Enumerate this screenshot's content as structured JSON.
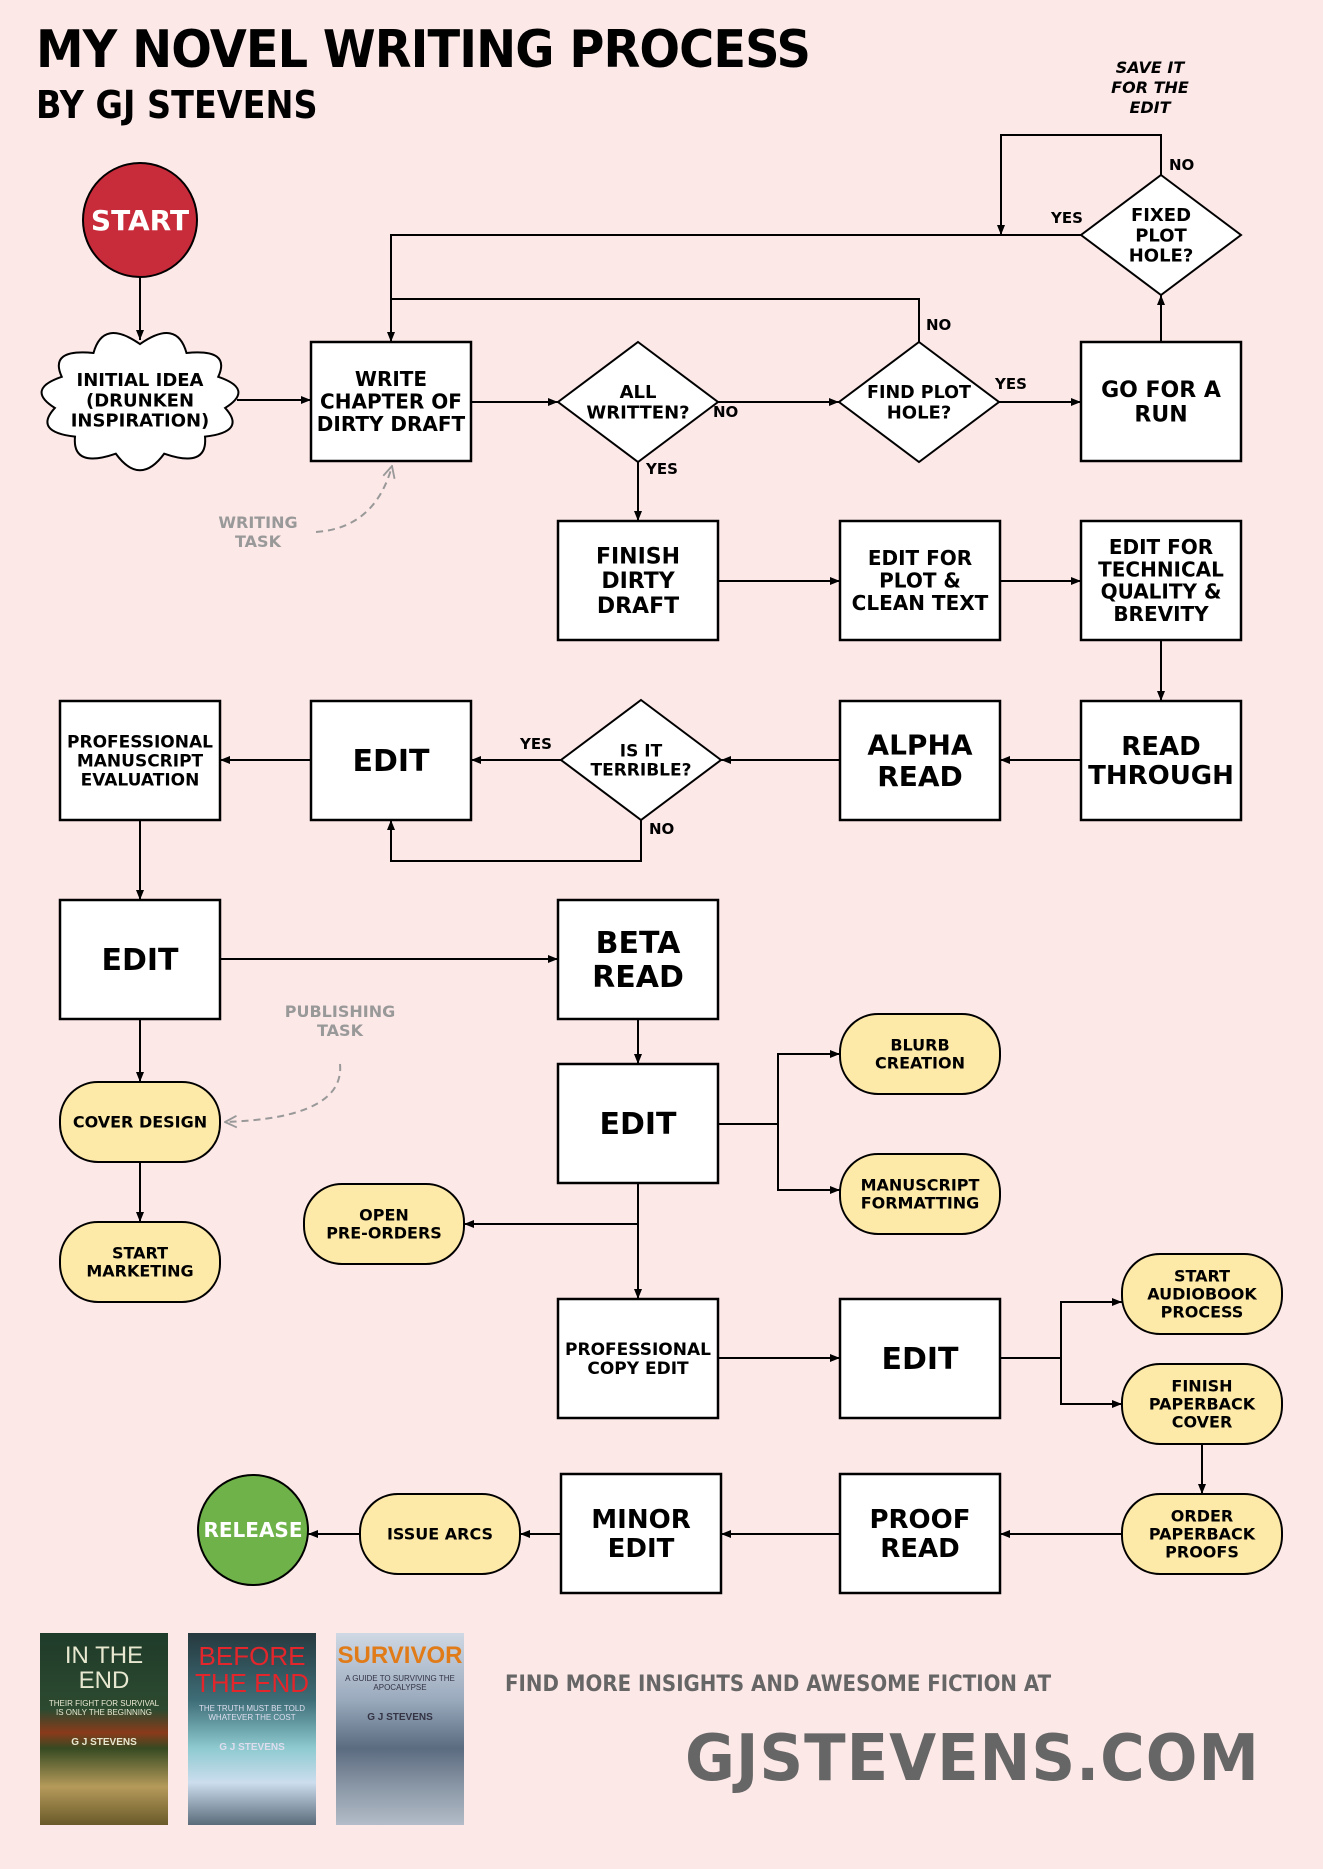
{
  "header": {
    "title": "MY NOVEL WRITING PROCESS",
    "subtitle": "BY GJ STEVENS"
  },
  "colors": {
    "background": "#fde8e8",
    "start": "#c82b3a",
    "release": "#6fb24a",
    "publishing_task": "#fde9a8",
    "writing_task": "#ffffff",
    "annotation": "#999999",
    "footer_text": "#666666"
  },
  "nodes": {
    "start": {
      "type": "terminal-start",
      "lines": [
        "START"
      ]
    },
    "initial_idea": {
      "type": "cloud",
      "lines": [
        "INITIAL IDEA",
        "(DRUNKEN",
        "INSPIRATION)"
      ]
    },
    "write_chapter": {
      "type": "writing-task",
      "lines": [
        "WRITE",
        "CHAPTER OF",
        "DIRTY DRAFT"
      ]
    },
    "all_written": {
      "type": "decision",
      "lines": [
        "ALL",
        "WRITTEN?"
      ]
    },
    "find_plot_hole": {
      "type": "decision",
      "lines": [
        "FIND PLOT",
        "HOLE?"
      ]
    },
    "go_for_run": {
      "type": "writing-task",
      "lines": [
        "GO FOR A",
        "RUN"
      ]
    },
    "fixed_plot_hole": {
      "type": "decision",
      "lines": [
        "FIXED",
        "PLOT",
        "HOLE?"
      ]
    },
    "finish_dirty_draft": {
      "type": "writing-task",
      "lines": [
        "FINISH",
        "DIRTY",
        "DRAFT"
      ]
    },
    "edit_plot_clean": {
      "type": "writing-task",
      "lines": [
        "EDIT FOR",
        "PLOT &",
        "CLEAN TEXT"
      ]
    },
    "edit_technical": {
      "type": "writing-task",
      "lines": [
        "EDIT FOR",
        "TECHNICAL",
        "QUALITY &",
        "BREVITY"
      ]
    },
    "read_through": {
      "type": "writing-task",
      "lines": [
        "READ",
        "THROUGH"
      ]
    },
    "alpha_read": {
      "type": "writing-task",
      "lines": [
        "ALPHA",
        "READ"
      ]
    },
    "is_it_terrible": {
      "type": "decision",
      "lines": [
        "IS IT",
        "TERRIBLE?"
      ]
    },
    "edit_after_alpha": {
      "type": "writing-task",
      "lines": [
        "EDIT"
      ]
    },
    "manuscript_evaluation": {
      "type": "writing-task",
      "lines": [
        "PROFESSIONAL",
        "MANUSCRIPT",
        "EVALUATION"
      ]
    },
    "edit_after_evaluation": {
      "type": "writing-task",
      "lines": [
        "EDIT"
      ]
    },
    "beta_read": {
      "type": "writing-task",
      "lines": [
        "BETA",
        "READ"
      ]
    },
    "edit_after_beta": {
      "type": "writing-task",
      "lines": [
        "EDIT"
      ]
    },
    "cover_design": {
      "type": "publishing-task",
      "lines": [
        "COVER DESIGN"
      ]
    },
    "start_marketing": {
      "type": "publishing-task",
      "lines": [
        "START",
        "MARKETING"
      ]
    },
    "blurb_creation": {
      "type": "publishing-task",
      "lines": [
        "BLURB",
        "CREATION"
      ]
    },
    "manuscript_formatting": {
      "type": "publishing-task",
      "lines": [
        "MANUSCRIPT",
        "FORMATTING"
      ]
    },
    "open_preorders": {
      "type": "publishing-task",
      "lines": [
        "OPEN",
        "PRE-ORDERS"
      ]
    },
    "copy_edit": {
      "type": "writing-task",
      "lines": [
        "PROFESSIONAL",
        "COPY EDIT"
      ]
    },
    "edit_after_copy": {
      "type": "writing-task",
      "lines": [
        "EDIT"
      ]
    },
    "start_audiobook": {
      "type": "publishing-task",
      "lines": [
        "START",
        "AUDIOBOOK",
        "PROCESS"
      ]
    },
    "finish_paperback_cover": {
      "type": "publishing-task",
      "lines": [
        "FINISH",
        "PAPERBACK",
        "COVER"
      ]
    },
    "order_paperback_proofs": {
      "type": "publishing-task",
      "lines": [
        "ORDER",
        "PAPERBACK",
        "PROOFS"
      ]
    },
    "proof_read": {
      "type": "writing-task",
      "lines": [
        "PROOF",
        "READ"
      ]
    },
    "minor_edit": {
      "type": "writing-task",
      "lines": [
        "MINOR",
        "EDIT"
      ]
    },
    "issue_arcs": {
      "type": "publishing-task",
      "lines": [
        "ISSUE ARCS"
      ]
    },
    "release": {
      "type": "terminal-end",
      "lines": [
        "RELEASE"
      ]
    }
  },
  "edges": [
    {
      "from": "start",
      "to": "initial_idea"
    },
    {
      "from": "initial_idea",
      "to": "write_chapter"
    },
    {
      "from": "write_chapter",
      "to": "all_written"
    },
    {
      "from": "all_written",
      "to": "find_plot_hole",
      "label": "NO"
    },
    {
      "from": "all_written",
      "to": "finish_dirty_draft",
      "label": "YES"
    },
    {
      "from": "find_plot_hole",
      "to": "go_for_run",
      "label": "YES"
    },
    {
      "from": "find_plot_hole",
      "to": "write_chapter",
      "label": "NO"
    },
    {
      "from": "go_for_run",
      "to": "fixed_plot_hole"
    },
    {
      "from": "fixed_plot_hole",
      "to": "write_chapter",
      "label": "YES"
    },
    {
      "from": "fixed_plot_hole",
      "to": "write_chapter",
      "label": "NO",
      "note": "SAVE IT FOR THE EDIT"
    },
    {
      "from": "finish_dirty_draft",
      "to": "edit_plot_clean"
    },
    {
      "from": "edit_plot_clean",
      "to": "edit_technical"
    },
    {
      "from": "edit_technical",
      "to": "read_through"
    },
    {
      "from": "read_through",
      "to": "alpha_read"
    },
    {
      "from": "alpha_read",
      "to": "is_it_terrible"
    },
    {
      "from": "is_it_terrible",
      "to": "edit_after_alpha",
      "label": "YES"
    },
    {
      "from": "is_it_terrible",
      "to": "edit_after_alpha",
      "label": "NO"
    },
    {
      "from": "edit_after_alpha",
      "to": "manuscript_evaluation"
    },
    {
      "from": "manuscript_evaluation",
      "to": "edit_after_evaluation"
    },
    {
      "from": "edit_after_evaluation",
      "to": "beta_read"
    },
    {
      "from": "edit_after_evaluation",
      "to": "cover_design"
    },
    {
      "from": "cover_design",
      "to": "start_marketing"
    },
    {
      "from": "beta_read",
      "to": "edit_after_beta"
    },
    {
      "from": "edit_after_beta",
      "to": "blurb_creation"
    },
    {
      "from": "edit_after_beta",
      "to": "manuscript_formatting"
    },
    {
      "from": "edit_after_beta",
      "to": "open_preorders"
    },
    {
      "from": "edit_after_beta",
      "to": "copy_edit"
    },
    {
      "from": "copy_edit",
      "to": "edit_after_copy"
    },
    {
      "from": "edit_after_copy",
      "to": "start_audiobook"
    },
    {
      "from": "edit_after_copy",
      "to": "finish_paperback_cover"
    },
    {
      "from": "finish_paperback_cover",
      "to": "order_paperback_proofs"
    },
    {
      "from": "order_paperback_proofs",
      "to": "proof_read"
    },
    {
      "from": "proof_read",
      "to": "minor_edit"
    },
    {
      "from": "minor_edit",
      "to": "issue_arcs"
    },
    {
      "from": "issue_arcs",
      "to": "release"
    }
  ],
  "labels": {
    "yes": "YES",
    "no": "NO",
    "save_note": [
      "SAVE IT",
      "FOR THE",
      "EDIT"
    ]
  },
  "annotations": {
    "writing_task": [
      "WRITING",
      "TASK"
    ],
    "publishing_task": [
      "PUBLISHING",
      "TASK"
    ]
  },
  "footer": {
    "books": [
      {
        "title": "IN THE END",
        "tagline": "THEIR FIGHT FOR SURVIVAL IS ONLY THE BEGINNING",
        "author": "G J STEVENS"
      },
      {
        "title": "BEFORE THE END",
        "tagline": "THE TRUTH MUST BE TOLD WHATEVER THE COST",
        "author": "G J STEVENS"
      },
      {
        "title": "SURVIVOR",
        "tagline": "A GUIDE TO SURVIVING THE APOCALYPSE",
        "author": "G J STEVENS"
      }
    ],
    "cta": "FIND MORE INSIGHTS AND AWESOME FICTION AT",
    "website": "GJSTEVENS.COM"
  }
}
